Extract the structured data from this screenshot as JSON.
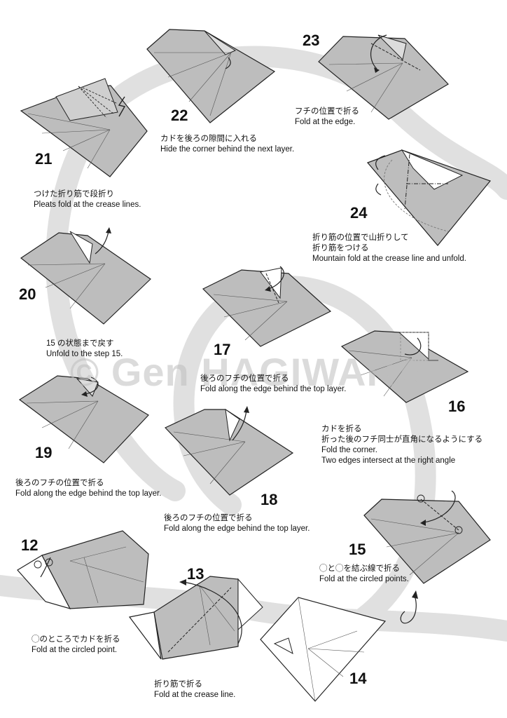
{
  "watermark": "© Gen HAGIWARA",
  "colors": {
    "paper_gray": "#bdbdbd",
    "paper_white": "#ffffff",
    "path_band": "#e0e0e0",
    "line": "#222222"
  },
  "steps": [
    {
      "number": "12",
      "jp": "◯のところでカドを折る",
      "en": "Fold at the circled point."
    },
    {
      "number": "13",
      "jp": "折り筋で折る",
      "en": "Fold at the crease line."
    },
    {
      "number": "14",
      "jp": "",
      "en": ""
    },
    {
      "number": "15",
      "jp": "◯と◯を結ぶ線で折る",
      "en": "Fold at the circled points."
    },
    {
      "number": "16",
      "jp": "カドを折る",
      "jp2": "折った後のフチ同士が直角になるようにする",
      "en": "Fold the corner.",
      "en2": "Two edges intersect at the right angle"
    },
    {
      "number": "17",
      "jp": "後ろのフチの位置で折る",
      "en": "Fold along the edge behind the top layer."
    },
    {
      "number": "18",
      "jp": "後ろのフチの位置で折る",
      "en": "Fold along the edge behind the top layer."
    },
    {
      "number": "19",
      "jp": "後ろのフチの位置で折る",
      "en": "Fold along the edge behind the top layer."
    },
    {
      "number": "20",
      "jp": "15 の状態まで戻す",
      "en": "Unfold to the step 15."
    },
    {
      "number": "21",
      "jp": "つけた折り筋で段折り",
      "en": "Pleats fold at the crease lines."
    },
    {
      "number": "22",
      "jp": "カドを後ろの隙間に入れる",
      "en": "Hide the corner behind the next layer."
    },
    {
      "number": "23",
      "jp": "フチの位置で折る",
      "en": "Fold at the edge."
    },
    {
      "number": "24",
      "jp": "折り筋の位置で山折りして",
      "jp2": "折り筋をつける",
      "en": "Mountain fold at the crease line and unfold."
    }
  ]
}
